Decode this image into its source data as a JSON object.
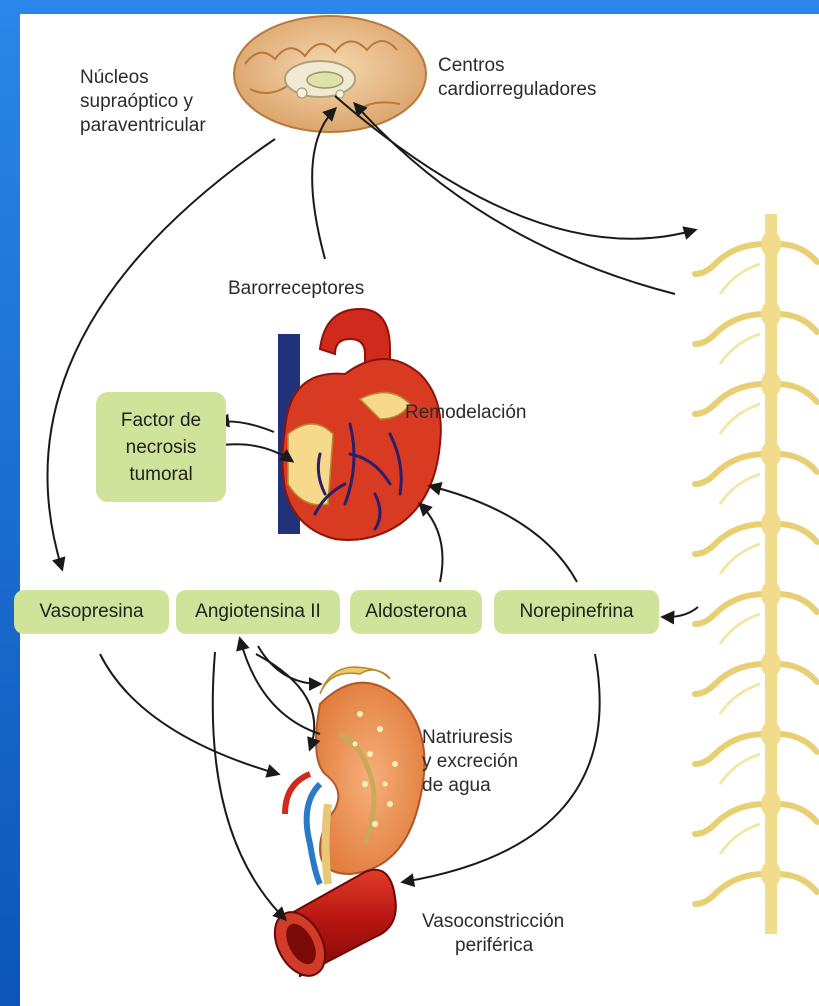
{
  "labels": {
    "nucleos": [
      "Núcleos",
      "supraóptico y",
      "paraventricular"
    ],
    "centros": [
      "Centros",
      "cardiorreguladores"
    ],
    "barorreceptores": "Barorreceptores",
    "factor": [
      "Factor de",
      "necrosis",
      "tumoral"
    ],
    "remodelacion": "Remodelación",
    "natriuresis": [
      "Natriuresis",
      "y excreción",
      "de agua"
    ],
    "vasoconstriccion": [
      "Vasoconstricción",
      "periférica"
    ]
  },
  "hormones": {
    "vasopresina": "Vasopresina",
    "angiotensina": "Angiotensina II",
    "aldosterona": "Aldosterona",
    "norepinefrina": "Norepinefrina"
  },
  "colors": {
    "pill": "#cfe39a",
    "frame": "#1d6fd0",
    "arrow": "#1a1a1a",
    "spine": "#f3e6a8"
  }
}
